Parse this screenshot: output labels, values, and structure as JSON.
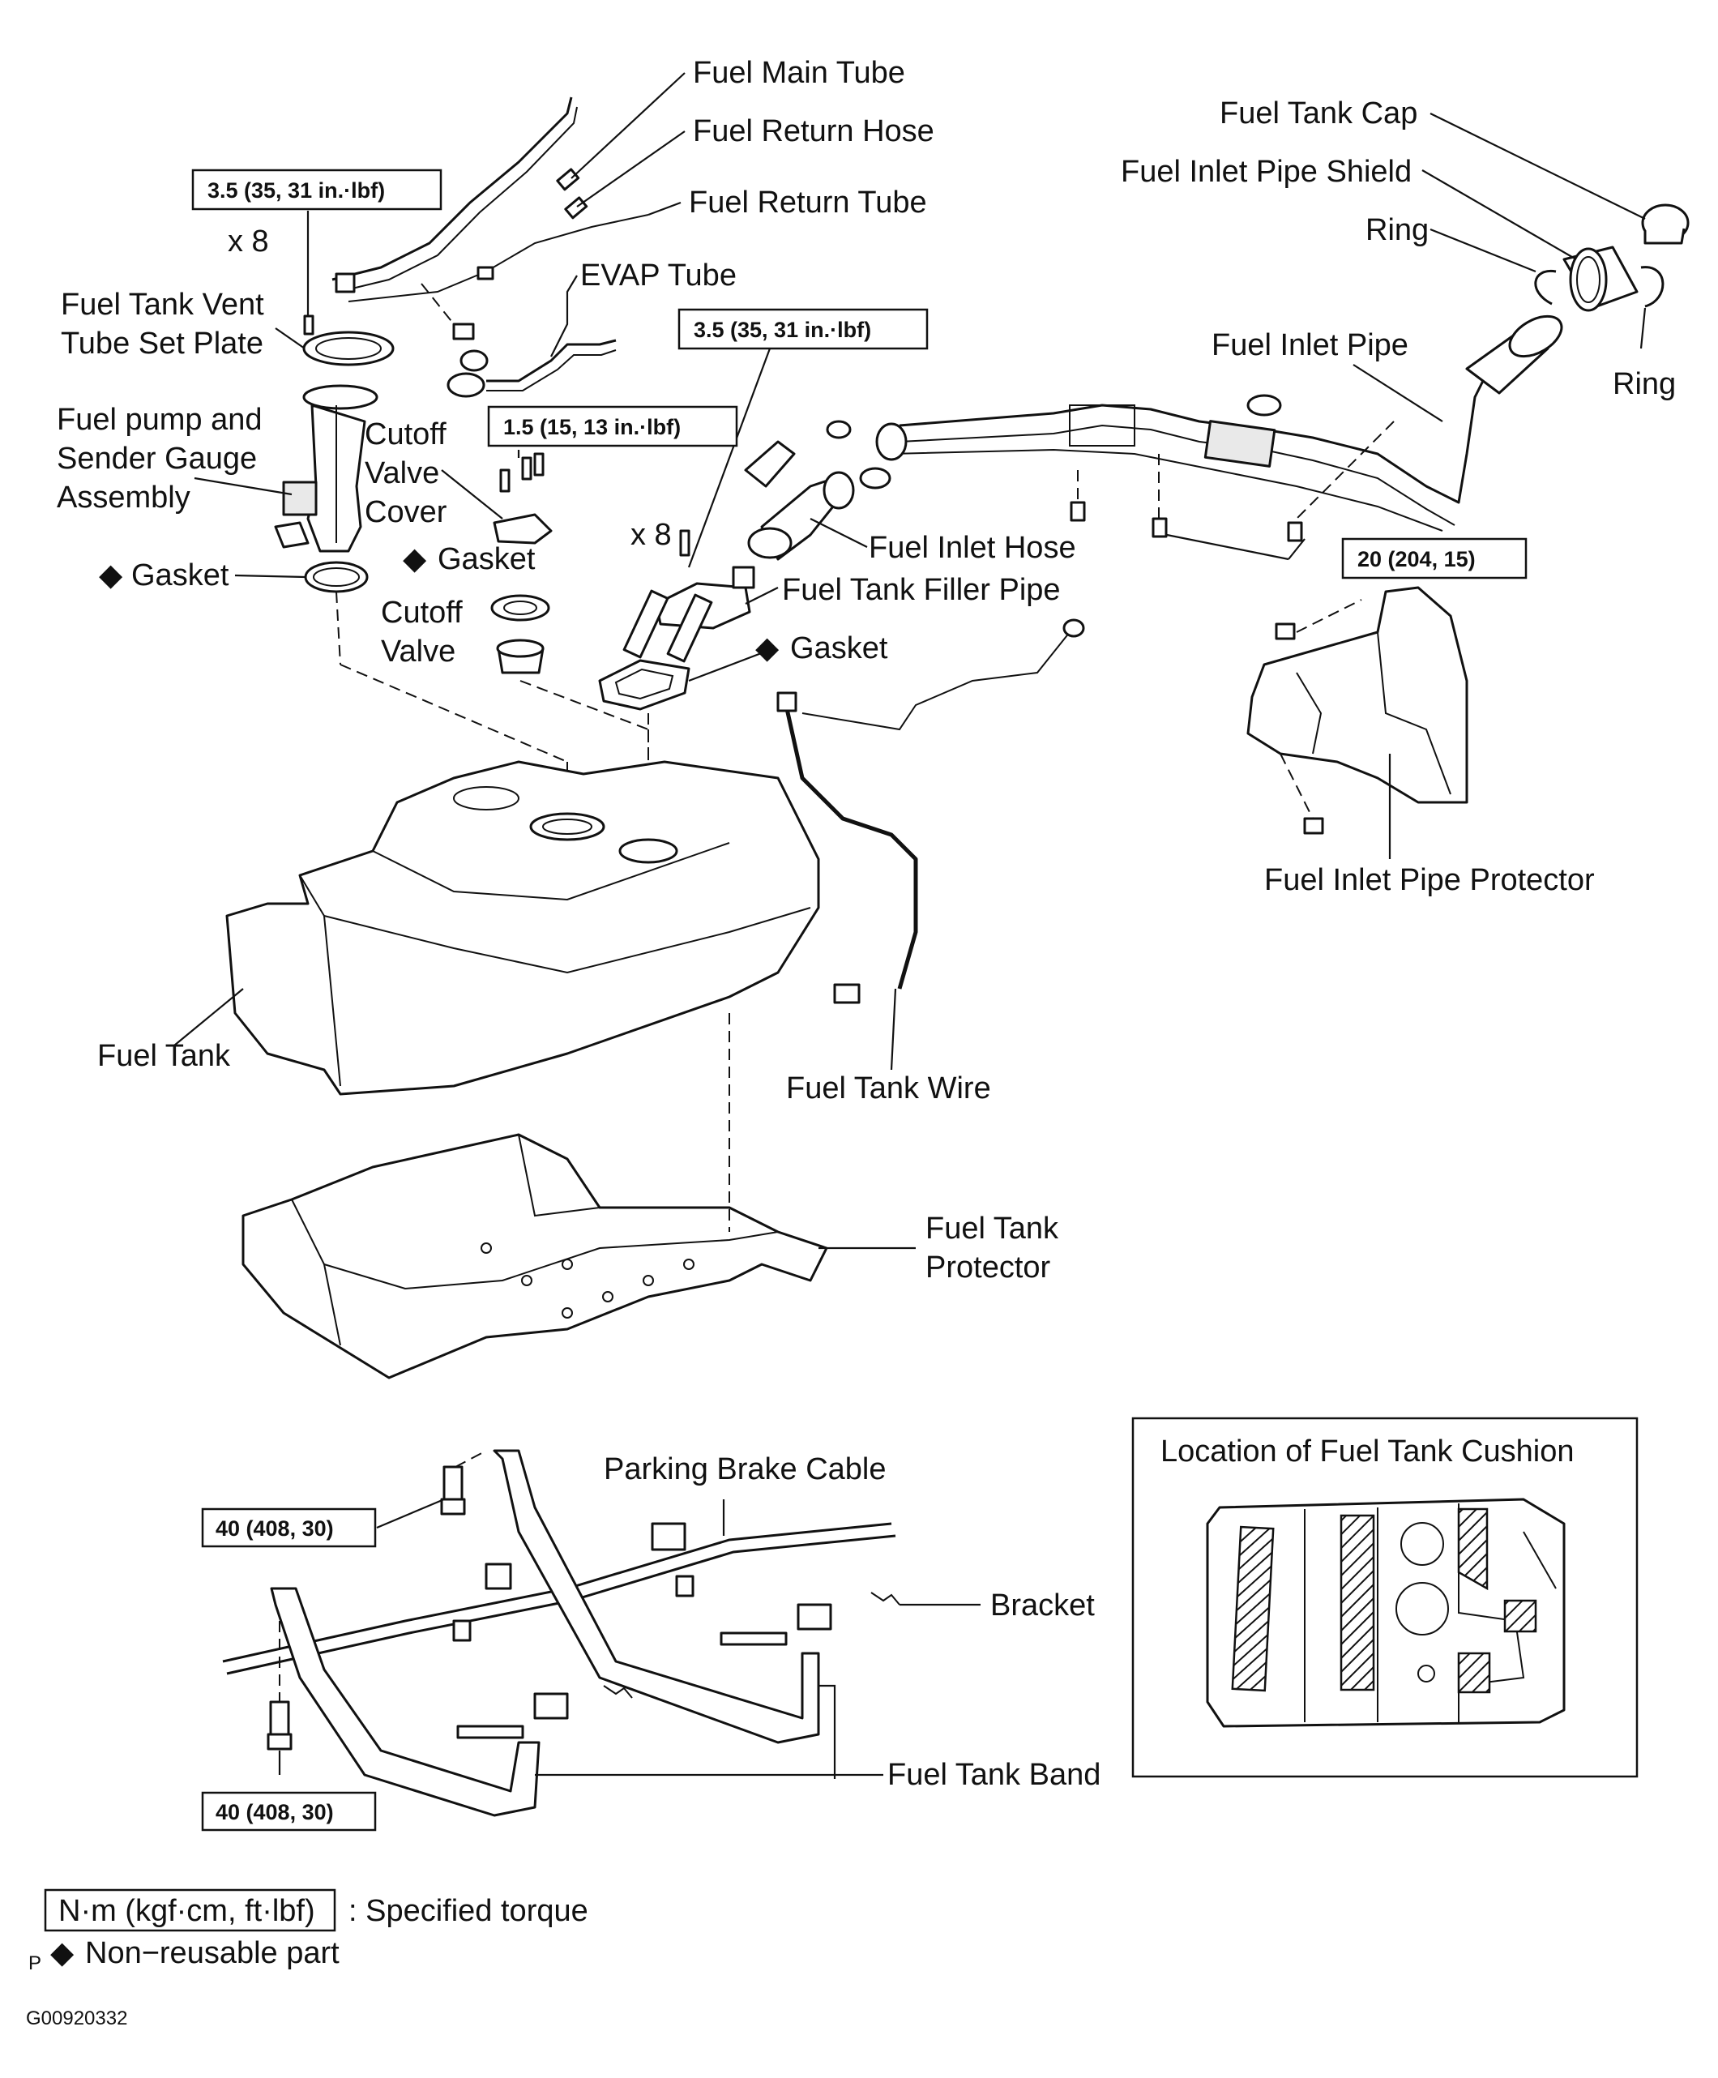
{
  "labels": {
    "fuel_main_tube": "Fuel Main Tube",
    "fuel_return_hose": "Fuel Return Hose",
    "fuel_return_tube": "Fuel Return Tube",
    "evap_tube": "EVAP Tube",
    "fuel_tank_cap": "Fuel Tank Cap",
    "fuel_inlet_pipe_shield": "Fuel Inlet Pipe Shield",
    "ring_upper": "Ring",
    "ring_right": "Ring",
    "fuel_inlet_pipe": "Fuel Inlet Pipe",
    "vent_plate_line1": "Fuel Tank Vent",
    "vent_plate_line2": "Tube Set Plate",
    "pump_line1": "Fuel pump and",
    "pump_line2": "Sender Gauge",
    "pump_line3": "Assembly",
    "cutoff_cover_line1": "Cutoff",
    "cutoff_cover_line2": "Valve",
    "cutoff_cover_line3": "Cover",
    "gasket_pump": "Gasket",
    "gasket_cutoff": "Gasket",
    "cutoff_valve_line1": "Cutoff",
    "cutoff_valve_line2": "Valve",
    "fuel_inlet_hose": "Fuel Inlet Hose",
    "fuel_tank_filler_pipe": "Fuel Tank Filler Pipe",
    "gasket_filler": "Gasket",
    "fuel_inlet_pipe_protector": "Fuel Inlet Pipe Protector",
    "fuel_tank": "Fuel Tank",
    "fuel_tank_wire": "Fuel Tank Wire",
    "fuel_tank_protector_line1": "Fuel Tank",
    "fuel_tank_protector_line2": "Protector",
    "parking_brake_cable": "Parking Brake Cable",
    "bracket": "Bracket",
    "fuel_tank_band": "Fuel Tank Band",
    "x8_left": "x 8",
    "x8_mid": "x 8"
  },
  "torques": {
    "vent_plate": "3.5 (35, 31 in.·lbf)",
    "filler_pipe": "3.5 (35, 31 in.·lbf)",
    "cutoff_cover": "1.5 (15, 13 in.·lbf)",
    "inlet_pipe": "20 (204, 15)",
    "band_upper": "40 (408, 30)",
    "band_lower": "40 (408, 30)"
  },
  "inset": {
    "title": "Location of Fuel Tank Cushion"
  },
  "legend": {
    "torque_unit": "N·m (kgf·cm, ft·lbf)",
    "torque_desc": ": Specified torque",
    "nonreusable_desc": "Non−reusable part",
    "page_letter": "P"
  },
  "figure_code": "G00920332",
  "symbols": {
    "diamond": "◆"
  }
}
